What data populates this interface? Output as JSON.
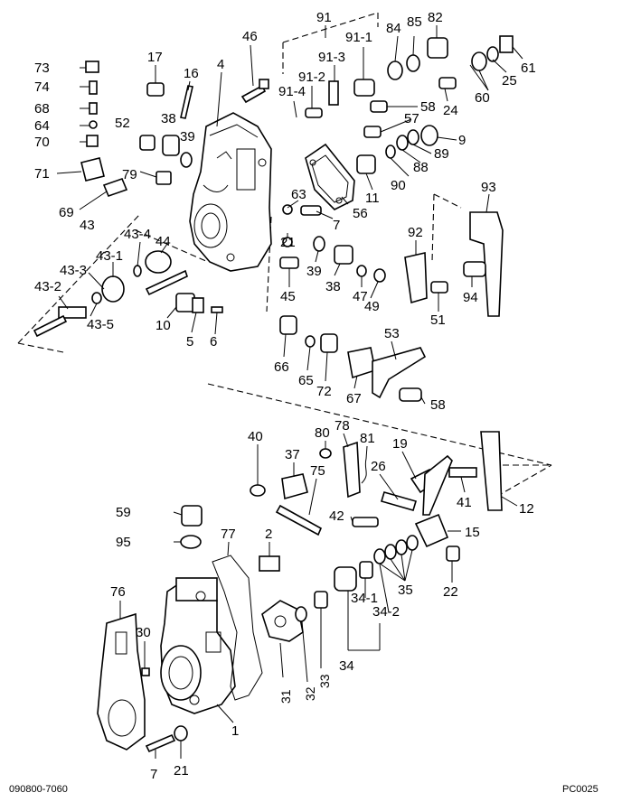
{
  "title_code": "090800-7060",
  "page_code": "PC0025",
  "callouts": [
    {
      "id": "c-91",
      "text": "91"
    },
    {
      "id": "c-82",
      "text": "82"
    },
    {
      "id": "c-84",
      "text": "84"
    },
    {
      "id": "c-85",
      "text": "85"
    },
    {
      "id": "c-91-1",
      "text": "91-1"
    },
    {
      "id": "c-46",
      "text": "46"
    },
    {
      "id": "c-17",
      "text": "17"
    },
    {
      "id": "c-16",
      "text": "16"
    },
    {
      "id": "c-4",
      "text": "4"
    },
    {
      "id": "c-73",
      "text": "73"
    },
    {
      "id": "c-74",
      "text": "74"
    },
    {
      "id": "c-68",
      "text": "68"
    },
    {
      "id": "c-64",
      "text": "64"
    },
    {
      "id": "c-70",
      "text": "70"
    },
    {
      "id": "c-71",
      "text": "71"
    },
    {
      "id": "c-52",
      "text": "52"
    },
    {
      "id": "c-38a",
      "text": "38"
    },
    {
      "id": "c-39a",
      "text": "39"
    },
    {
      "id": "c-79",
      "text": "79"
    },
    {
      "id": "c-91-3",
      "text": "91-3"
    },
    {
      "id": "c-91-2",
      "text": "91-2"
    },
    {
      "id": "c-91-4",
      "text": "91-4"
    },
    {
      "id": "c-61",
      "text": "61"
    },
    {
      "id": "c-25",
      "text": "25"
    },
    {
      "id": "c-60",
      "text": "60"
    },
    {
      "id": "c-24",
      "text": "24"
    },
    {
      "id": "c-58a",
      "text": "58"
    },
    {
      "id": "c-57",
      "text": "57"
    },
    {
      "id": "c-9",
      "text": "9"
    },
    {
      "id": "c-89",
      "text": "89"
    },
    {
      "id": "c-88",
      "text": "88"
    },
    {
      "id": "c-90",
      "text": "90"
    },
    {
      "id": "c-11",
      "text": "11"
    },
    {
      "id": "c-56",
      "text": "56"
    },
    {
      "id": "c-63",
      "text": "63"
    },
    {
      "id": "c-7a",
      "text": "7"
    },
    {
      "id": "c-69",
      "text": "69"
    },
    {
      "id": "c-43",
      "text": "43"
    },
    {
      "id": "c-43-4",
      "text": "43-4"
    },
    {
      "id": "c-44",
      "text": "44"
    },
    {
      "id": "c-43-3",
      "text": "43-3"
    },
    {
      "id": "c-43-1",
      "text": "43-1"
    },
    {
      "id": "c-43-2",
      "text": "43-2"
    },
    {
      "id": "c-43-5",
      "text": "43-5"
    },
    {
      "id": "c-10",
      "text": "10"
    },
    {
      "id": "c-5",
      "text": "5"
    },
    {
      "id": "c-6",
      "text": "6"
    },
    {
      "id": "c-21a",
      "text": "21"
    },
    {
      "id": "c-39b",
      "text": "39"
    },
    {
      "id": "c-38b",
      "text": "38"
    },
    {
      "id": "c-47",
      "text": "47"
    },
    {
      "id": "c-49",
      "text": "49"
    },
    {
      "id": "c-45",
      "text": "45"
    },
    {
      "id": "c-93",
      "text": "93"
    },
    {
      "id": "c-92",
      "text": "92"
    },
    {
      "id": "c-94",
      "text": "94"
    },
    {
      "id": "c-51",
      "text": "51"
    },
    {
      "id": "c-66",
      "text": "66"
    },
    {
      "id": "c-65",
      "text": "65"
    },
    {
      "id": "c-72",
      "text": "72"
    },
    {
      "id": "c-67",
      "text": "67"
    },
    {
      "id": "c-53",
      "text": "53"
    },
    {
      "id": "c-58b",
      "text": "58"
    },
    {
      "id": "c-40",
      "text": "40"
    },
    {
      "id": "c-80",
      "text": "80"
    },
    {
      "id": "c-78",
      "text": "78"
    },
    {
      "id": "c-81",
      "text": "81"
    },
    {
      "id": "c-19",
      "text": "19"
    },
    {
      "id": "c-37",
      "text": "37"
    },
    {
      "id": "c-75",
      "text": "75"
    },
    {
      "id": "c-26",
      "text": "26"
    },
    {
      "id": "c-41",
      "text": "41"
    },
    {
      "id": "c-12",
      "text": "12"
    },
    {
      "id": "c-42",
      "text": "42"
    },
    {
      "id": "c-15",
      "text": "15"
    },
    {
      "id": "c-59",
      "text": "59"
    },
    {
      "id": "c-95",
      "text": "95"
    },
    {
      "id": "c-77",
      "text": "77"
    },
    {
      "id": "c-2",
      "text": "2"
    },
    {
      "id": "c-35",
      "text": "35"
    },
    {
      "id": "c-22",
      "text": "22"
    },
    {
      "id": "c-76",
      "text": "76"
    },
    {
      "id": "c-34-1",
      "text": "34-1"
    },
    {
      "id": "c-34-2",
      "text": "34-2"
    },
    {
      "id": "c-30",
      "text": "30"
    },
    {
      "id": "c-34",
      "text": "34"
    },
    {
      "id": "c-31",
      "text": "31"
    },
    {
      "id": "c-32",
      "text": "32"
    },
    {
      "id": "c-33",
      "text": "33"
    },
    {
      "id": "c-1",
      "text": "1"
    },
    {
      "id": "c-7b",
      "text": "7"
    },
    {
      "id": "c-21b",
      "text": "21"
    }
  ]
}
